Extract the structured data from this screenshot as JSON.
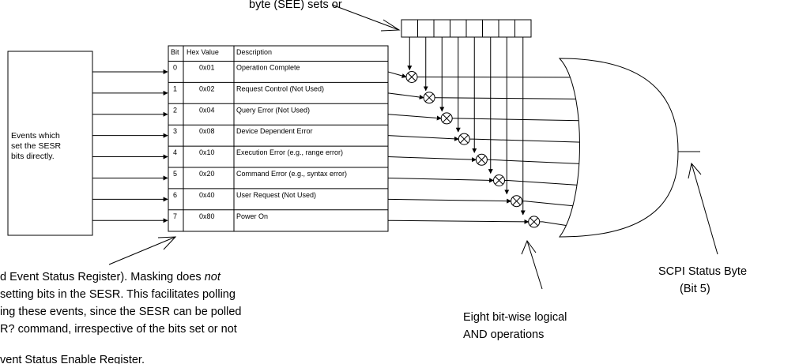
{
  "top_caption": "byte (SEE) sets or",
  "events_box": {
    "lines": [
      "Events which",
      "set the SESR",
      "bits directly."
    ]
  },
  "table": {
    "headers": [
      "Bit",
      "Hex Value",
      "Description"
    ],
    "rows": [
      {
        "bit": "0",
        "hex": "0x01",
        "desc": "Operation Complete"
      },
      {
        "bit": "1",
        "hex": "0x02",
        "desc": "Request Control (Not Used)"
      },
      {
        "bit": "2",
        "hex": "0x04",
        "desc": "Query Error (Not Used)"
      },
      {
        "bit": "3",
        "hex": "0x08",
        "desc": "Device Dependent Error"
      },
      {
        "bit": "4",
        "hex": "0x10",
        "desc": "Execution Error (e.g., range error)"
      },
      {
        "bit": "5",
        "hex": "0x20",
        "desc": "Command Error (e.g., syntax error)"
      },
      {
        "bit": "6",
        "hex": "0x40",
        "desc": "User Request (Not Used)"
      },
      {
        "bit": "7",
        "hex": "0x80",
        "desc": "Power On"
      }
    ]
  },
  "bottom_paragraph": {
    "line1a": "d Event Status Register). Masking does",
    "line1b": "not",
    "line2": "setting bits in the SESR. This facilitates polling",
    "line3": "ing these events, since the SESR can be polled",
    "line4": "R? command, irrespective of the bits set or not",
    "line5": "vent Status Enable Register."
  },
  "and_caption": [
    "Eight bit-wise logical",
    "AND operations"
  ],
  "status_caption": [
    "SCPI Status Byte",
    "(Bit 5)"
  ]
}
